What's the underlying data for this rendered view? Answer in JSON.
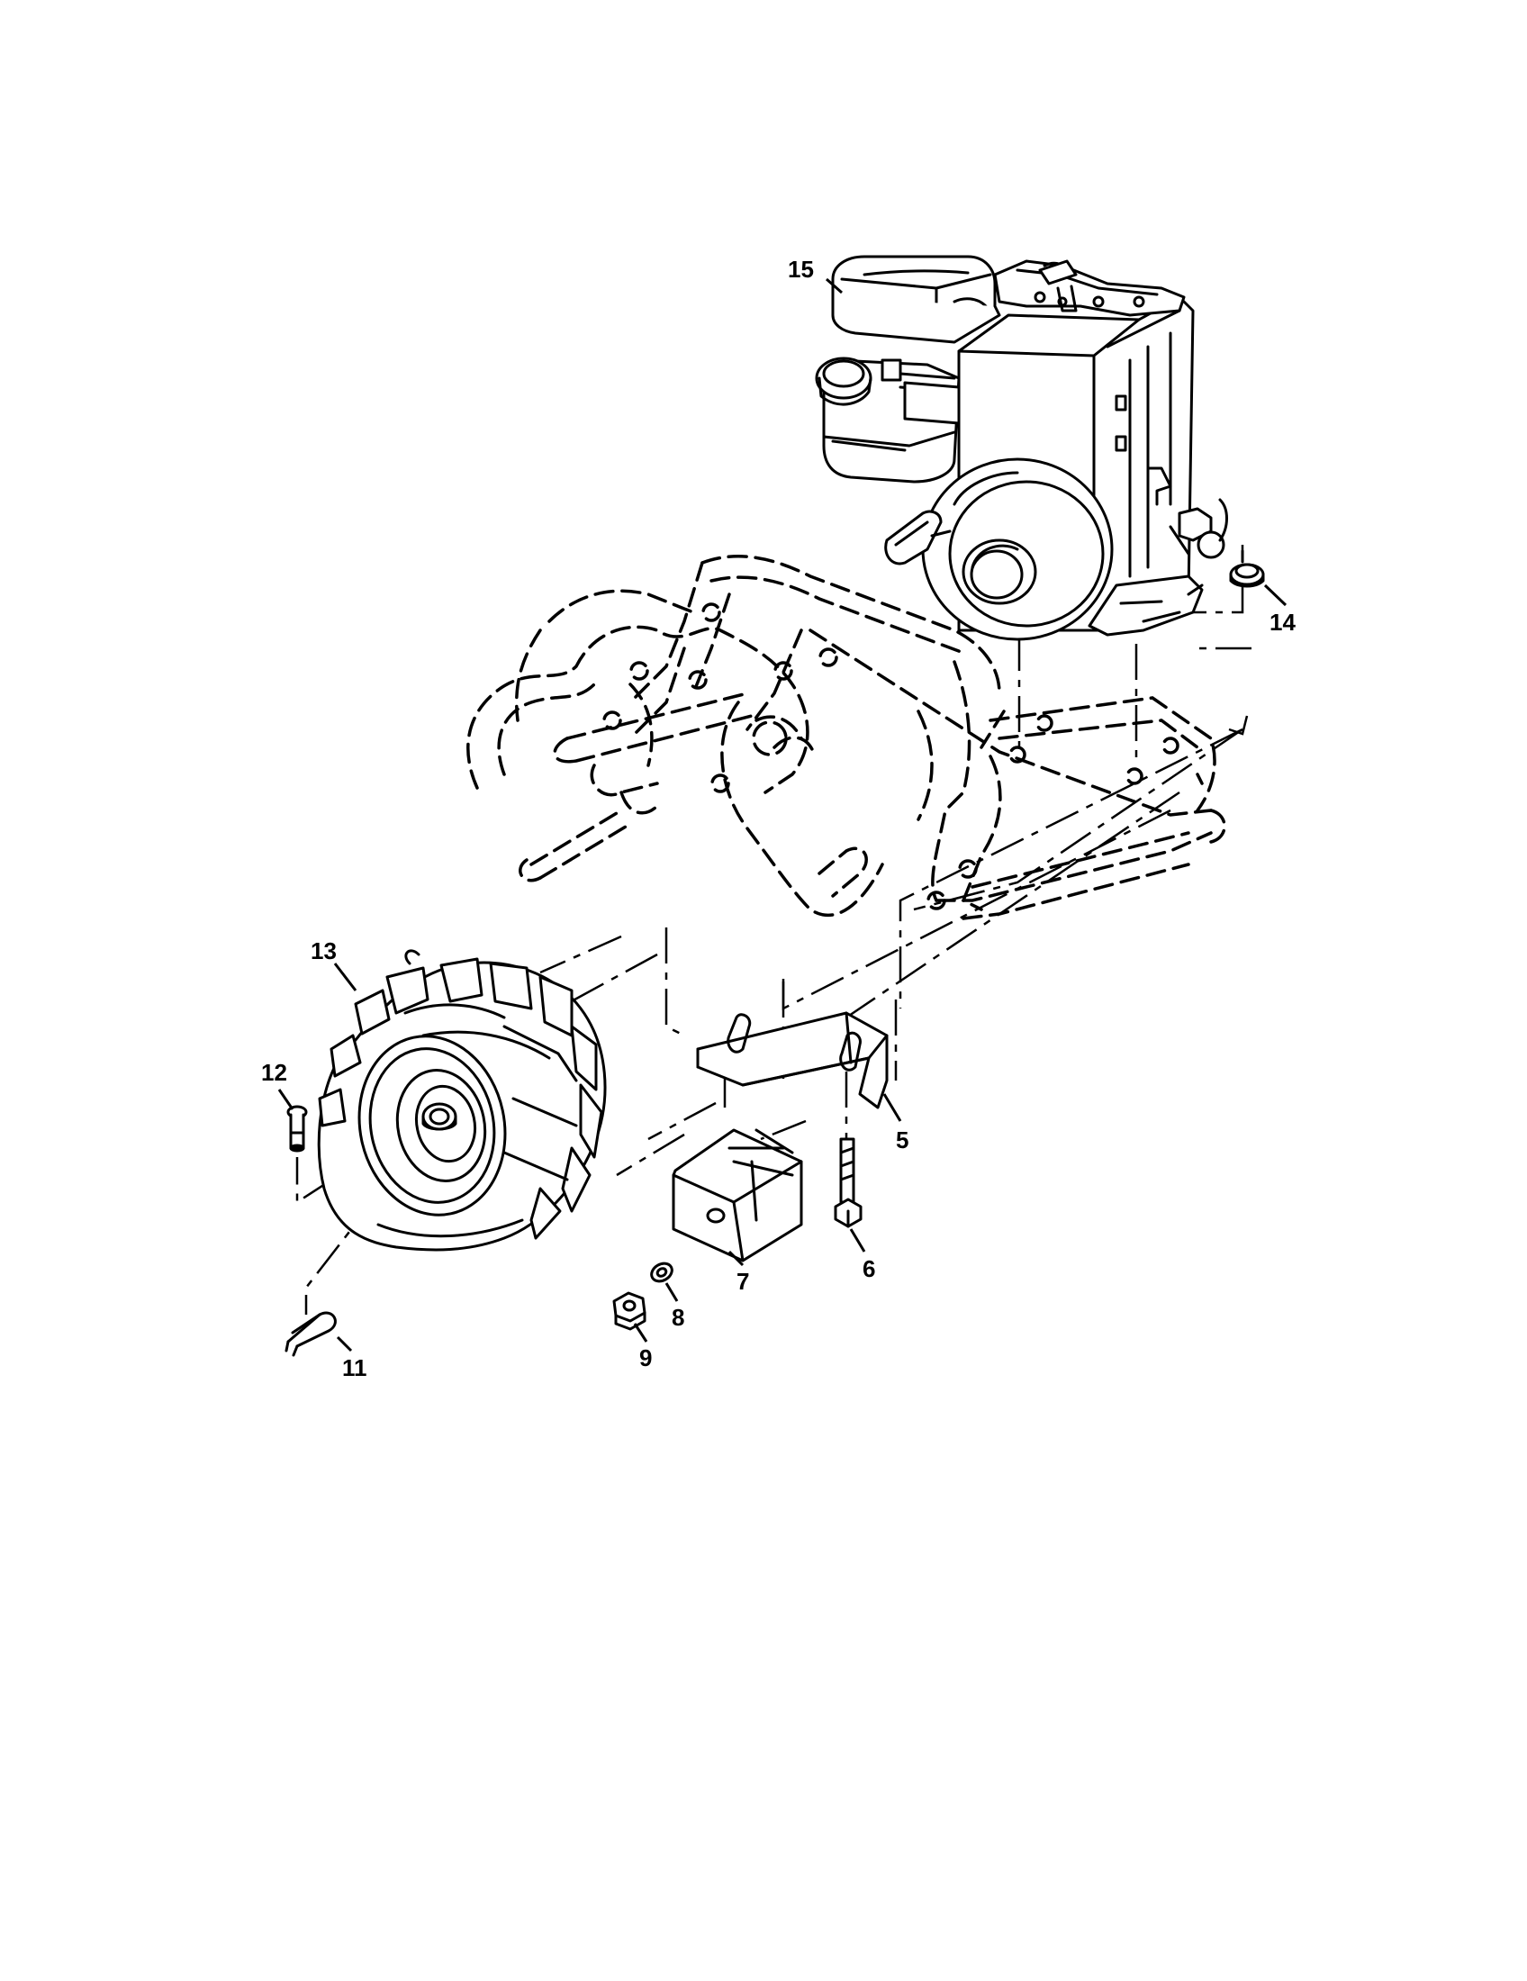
{
  "callouts": {
    "c5": "5",
    "c6": "6",
    "c7": "7",
    "c8": "8",
    "c9": "9",
    "c11": "11",
    "c12": "12",
    "c13": "13",
    "c14": "14",
    "c15": "15"
  }
}
